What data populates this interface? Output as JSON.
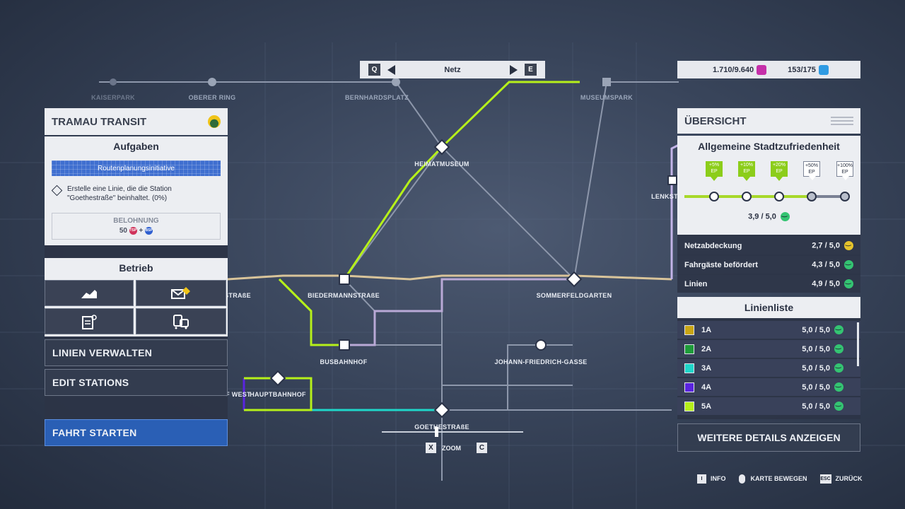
{
  "topnav": {
    "key_left": "Q",
    "title": "Netz",
    "key_right": "E"
  },
  "stats": {
    "money": "1.710/9.640",
    "passengers": "153/175"
  },
  "left_panel": {
    "company": "TRAMAU TRANSIT",
    "tasks_title": "Aufgaben",
    "banner": "Routenplanungsinitiative",
    "task_text_1": "Erstelle eine Linie, die die Station",
    "task_text_2": "\"Goethestraße\" beinhaltet. (0%)",
    "reward_label": "BELOHNUNG",
    "reward_value": "50",
    "reward_tsp": "TSP",
    "reward_plus": "+",
    "reward_bsp": "BSP",
    "operations_title": "Betrieb",
    "manage_lines": "LINIEN VERWALTEN",
    "edit_stations": "EDIT STATIONS",
    "start_ride": "FAHRT STARTEN"
  },
  "right_panel": {
    "overview_title": "ÜBERSICHT",
    "satisfaction_title": "Allgemeine Stadtzufriedenheit",
    "tiers": [
      {
        "pct": "+5%",
        "ep": "EP",
        "reached": true
      },
      {
        "pct": "+10%",
        "ep": "EP",
        "reached": true
      },
      {
        "pct": "+20%",
        "ep": "EP",
        "reached": true
      },
      {
        "pct": "+50%",
        "ep": "EP",
        "reached": false
      },
      {
        "pct": "+100%",
        "ep": "EP",
        "reached": false
      }
    ],
    "overall_score": "3,9 / 5,0",
    "metrics": [
      {
        "label": "Netzabdeckung",
        "value": "2,7 / 5,0",
        "mood": "neutral"
      },
      {
        "label": "Fahrgäste befördert",
        "value": "4,3 / 5,0",
        "mood": "happy"
      },
      {
        "label": "Linien",
        "value": "4,9 / 5,0",
        "mood": "happy"
      }
    ],
    "line_list_title": "Linienliste",
    "lines": [
      {
        "name": "1A",
        "score": "5,0 / 5,0",
        "color": "#c9a514"
      },
      {
        "name": "2A",
        "score": "5,0 / 5,0",
        "color": "#1e9c3a"
      },
      {
        "name": "3A",
        "score": "5,0 / 5,0",
        "color": "#1fd6c9"
      },
      {
        "name": "4A",
        "score": "5,0 / 5,0",
        "color": "#5a24e0"
      },
      {
        "name": "5A",
        "score": "5,0 / 5,0",
        "color": "#b6f01a"
      }
    ],
    "details_button": "WEITERE DETAILS ANZEIGEN"
  },
  "map": {
    "stations": {
      "kaiserpark": "KAISERPARK",
      "oberer_ring": "OBERER RING",
      "bernhardsplatz": "BERNHARDSPLATZ",
      "museumspark": "MUSEUMSPARK",
      "heimatmuseum": "HEIMATMUSEUM",
      "lenkstr": "LENKST",
      "strasse_left": "STRAßE",
      "biedermannstrasse": "BIEDERMANNSTRAßE",
      "sommerfeldgarten": "SOMMERFELDGARTEN",
      "busbahnhof": "BUSBAHNHOF",
      "johann": "JOHANN-FRIEDRICH-GASSE",
      "west": "F WEST",
      "hauptbahnhof": "HAUPTBAHNHOF",
      "goethestrasse": "GOETHESTRAßE"
    },
    "zoom": {
      "key_out": "X",
      "label": "ZOOM",
      "key_in": "C"
    }
  },
  "hints": [
    {
      "key": "I",
      "label": "INFO"
    },
    {
      "key": "",
      "label": "KARTE BEWEGEN"
    },
    {
      "key": "ESC",
      "label": "ZURÜCK"
    }
  ],
  "colors": {
    "accent_blue": "#2a5fb5",
    "line_green": "#b6f01a",
    "line_tan": "#d9c49a"
  }
}
